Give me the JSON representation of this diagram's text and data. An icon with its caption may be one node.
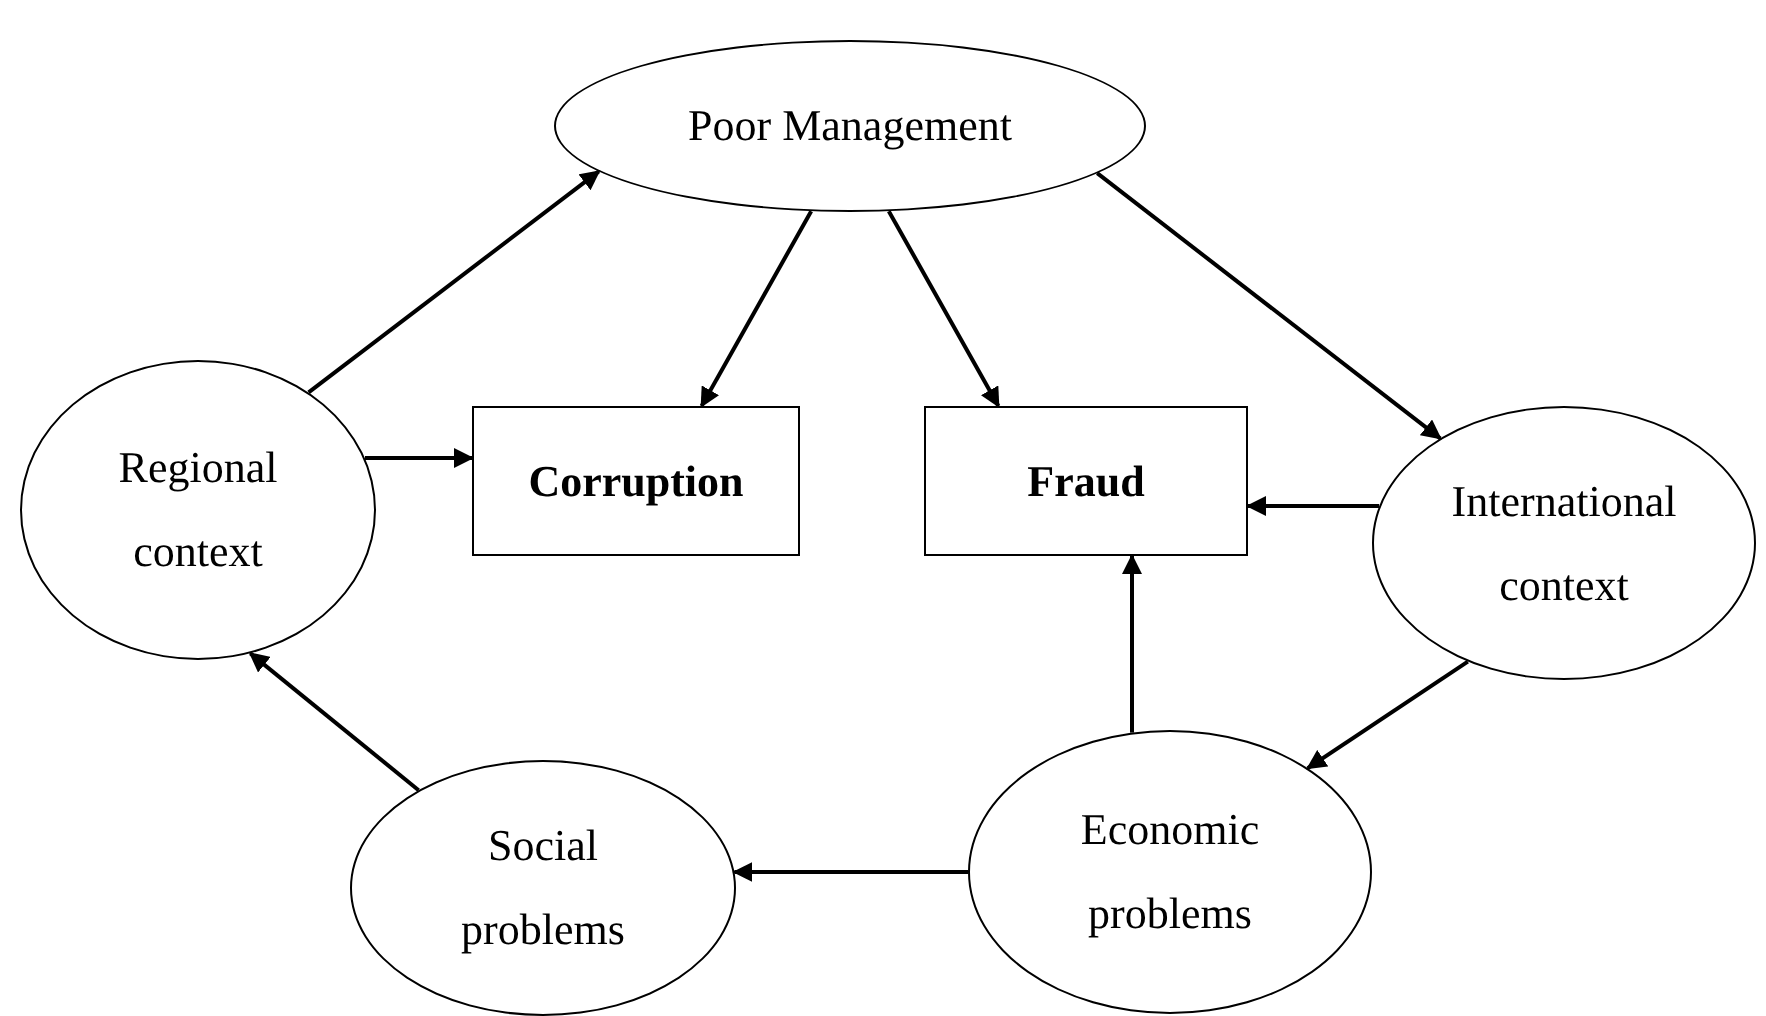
{
  "diagram": {
    "nodes": [
      {
        "text": [
          "Poor Management"
        ]
      },
      {
        "text": [
          "Regional context"
        ]
      },
      {
        "text": [
          "Corruption"
        ]
      },
      {
        "text": [
          "Fraud"
        ]
      },
      {
        "text": [
          "International context"
        ]
      },
      {
        "text": [
          "Social problems"
        ]
      },
      {
        "text": [
          "Economic problems"
        ]
      }
    ],
    "edges": [
      {
        "from": 1,
        "to": 0,
        "arrow": "to"
      },
      {
        "from": 0,
        "to": 2,
        "arrow": "to"
      },
      {
        "from": 0,
        "to": 3,
        "arrow": "to"
      },
      {
        "from": 0,
        "to": 4,
        "arrow": "to"
      },
      {
        "from": 1,
        "to": 2,
        "arrow": "to"
      },
      {
        "from": 4,
        "to": 3,
        "arrow": "to"
      },
      {
        "from": 4,
        "to": 6,
        "arrow": "to"
      },
      {
        "from": 6,
        "to": 3,
        "arrow": "to"
      },
      {
        "from": 6,
        "to": 5,
        "arrow": "to"
      },
      {
        "from": 5,
        "to": 1,
        "arrow": "to"
      }
    ]
  }
}
